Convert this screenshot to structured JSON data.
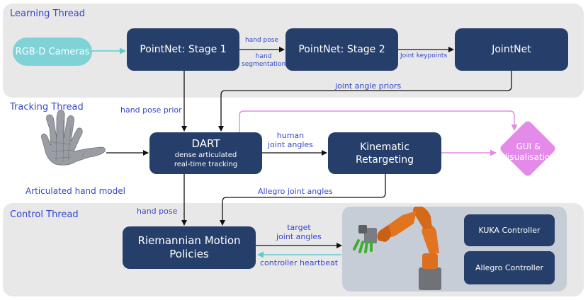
{
  "threads": {
    "learning": "Learning Thread",
    "tracking": "Tracking Thread",
    "control": "Control Thread"
  },
  "nodes": {
    "rgbd": "RGB-D Cameras",
    "pointnet1": "PointNet: Stage 1",
    "pointnet2": "PointNet: Stage 2",
    "jointnet": "JointNet",
    "dart_title": "DART",
    "dart_sub1": "dense articulated",
    "dart_sub2": "real-time tracking",
    "kin1": "Kinematic",
    "kin2": "Retargeting",
    "gui1": "GUI &",
    "gui2": "Visualisation",
    "rmp1": "Riemannian Motion",
    "rmp2": "Policies",
    "kuka": "KUKA Controller",
    "allegro": "Allegro Controller"
  },
  "edge_labels": {
    "hand_pose_top": "hand pose",
    "hand_seg1": "hand",
    "hand_seg2": "segmentation",
    "joint_keypoints": "Joint keypoints",
    "joint_angle_priors": "joint angle priors",
    "hand_pose_prior": "hand pose prior",
    "human1": "human",
    "human2": "joint angles",
    "allegro_joint_angles": "Allegro joint angles",
    "hand_pose": "hand pose",
    "target1": "target",
    "target2": "joint angles",
    "controller_heartbeat": "controller heartbeat",
    "articulated_hand_model": "Articulated hand model"
  },
  "colors": {
    "panel": "#e8e8e8",
    "node": "#263f6a",
    "camera": "#7fd3d6",
    "gui": "#e48ae8",
    "label": "#3548c8",
    "cyan_arrow": "#5fc9cc",
    "magenta_arrow": "#e48ae8"
  }
}
